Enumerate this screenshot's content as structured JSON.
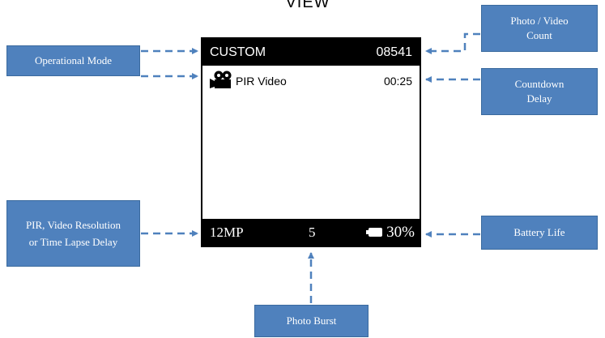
{
  "title": "VIEW",
  "screen": {
    "mode": "CUSTOM",
    "count": "08541",
    "video_label": "PIR Video",
    "countdown": "00:25",
    "resolution": "12MP",
    "burst": "5",
    "battery": "30%"
  },
  "callouts": {
    "operational_mode": "Operational Mode",
    "photo_video_count": "Photo / Video Count",
    "countdown_delay": "Countdown Delay",
    "pir_resolution": "PIR, Video Resolution or Time Lapse Delay",
    "battery_life": "Battery Life",
    "photo_burst": "Photo Burst"
  },
  "colors": {
    "callout_fill": "#4f81bd",
    "screen_bar": "#000000"
  },
  "icons": [
    "video-camera-icon",
    "battery-icon"
  ]
}
